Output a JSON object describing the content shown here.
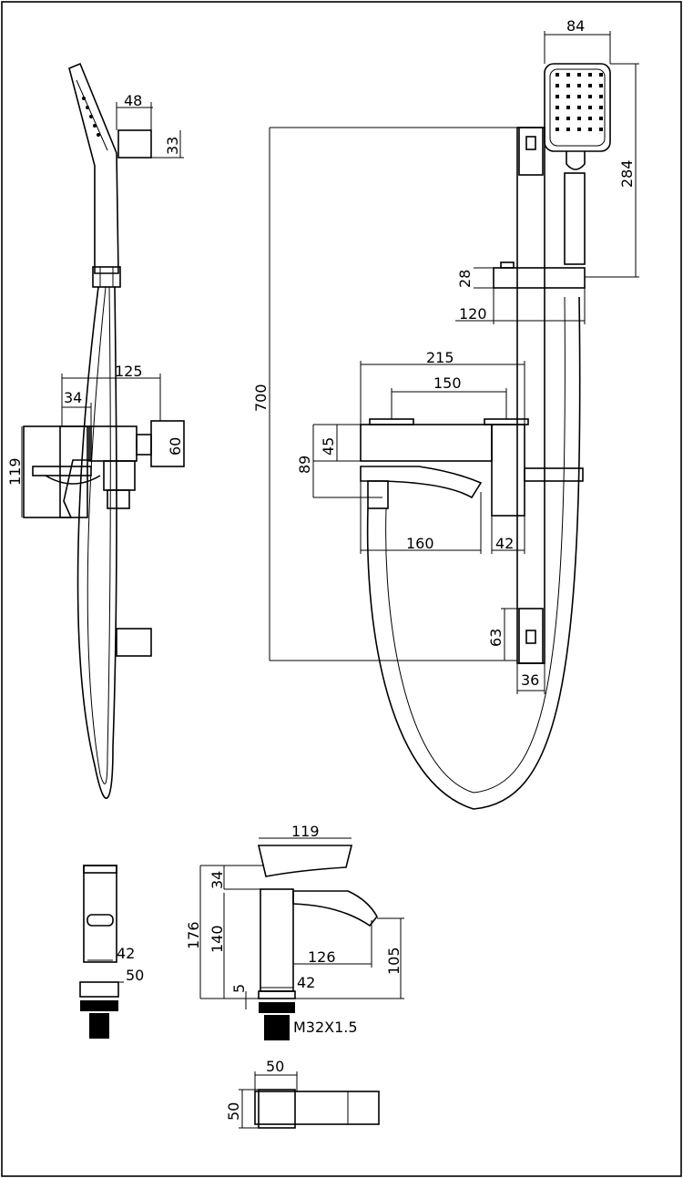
{
  "dimensions": {
    "handset_side_w": "48",
    "handset_side_h": "33",
    "bath_side_125": "125",
    "bath_side_34": "34",
    "bath_side_60": "60",
    "bath_side_119": "119",
    "rail_height": "700",
    "head_width": "84",
    "head_to_holder": "284",
    "holder_h": "28",
    "holder_depth": "120",
    "mixer_total": "215",
    "mixer_center": "150",
    "body_h_45": "45",
    "body_h_89": "89",
    "spout_len": "160",
    "outlet_w": "42",
    "bracket_h": "63",
    "bracket_w": "36",
    "basin_top_w": "119",
    "basin_34": "34",
    "basin_176": "176",
    "basin_140": "140",
    "basin_126": "126",
    "basin_105": "105",
    "basin_5": "5",
    "basin_42": "42",
    "thread": "M32X1.5",
    "basin_side_42": "42",
    "basin_side_50": "50",
    "plan_50_w": "50",
    "plan_50_h": "50"
  },
  "colors": {
    "line": "#000000",
    "background": "#ffffff"
  }
}
